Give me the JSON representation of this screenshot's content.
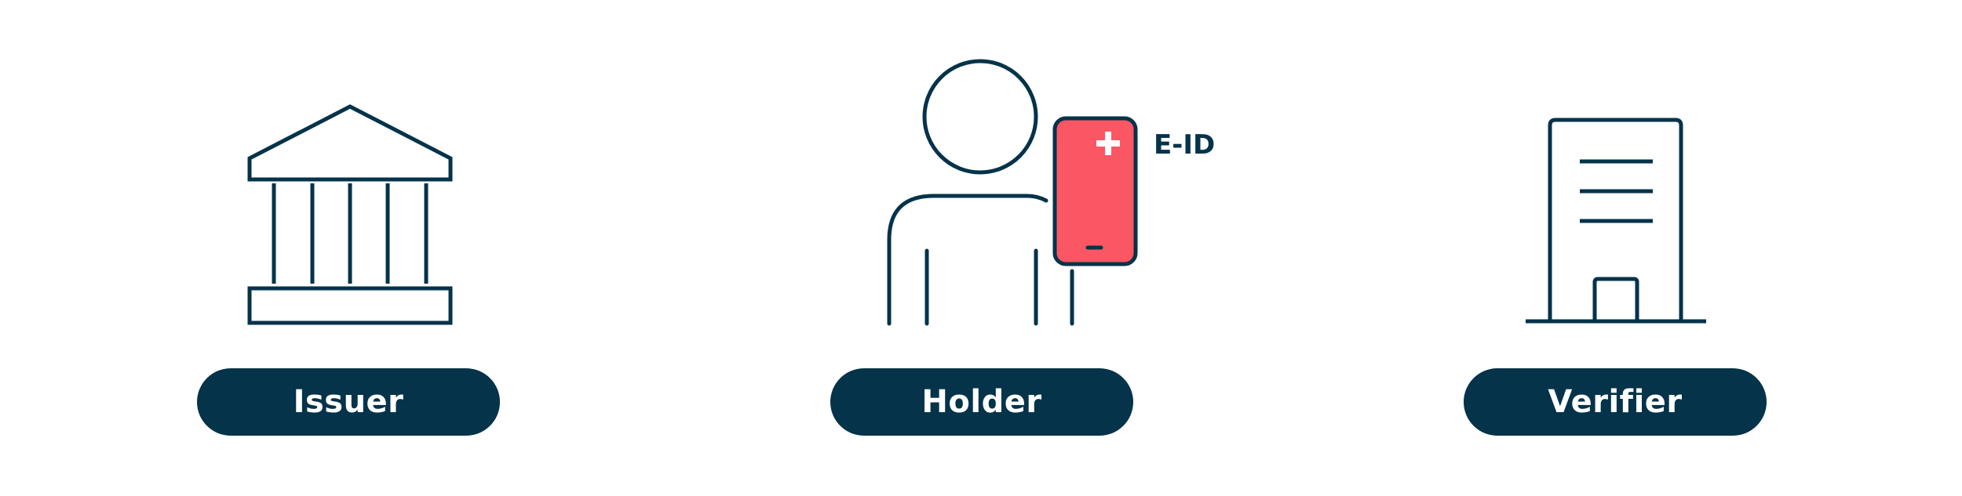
{
  "colors": {
    "navy": "#04334a",
    "phone_red": "#fb5664",
    "background": "#ffffff",
    "pill_text": "#ffffff"
  },
  "roles": {
    "issuer": {
      "label": "Issuer",
      "icon": "bank-building-icon"
    },
    "holder": {
      "label": "Holder",
      "icon": "person-icon"
    },
    "verifier": {
      "label": "Verifier",
      "icon": "office-building-icon"
    }
  },
  "phone": {
    "icon": "smartphone-icon",
    "badge_icon": "swiss-cross-icon",
    "label": "E-ID"
  }
}
